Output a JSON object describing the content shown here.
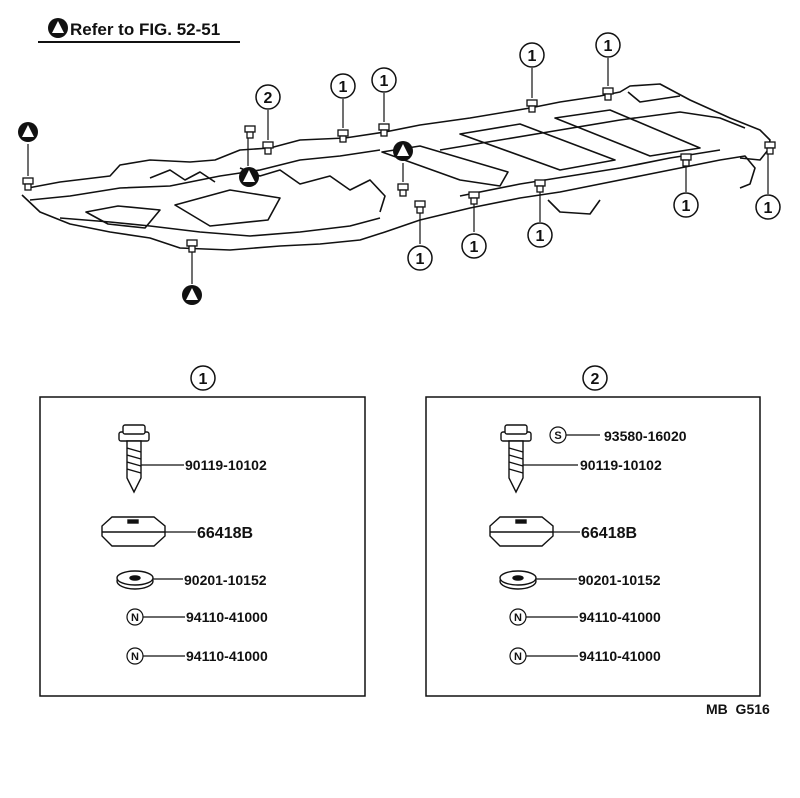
{
  "header": {
    "ref_text": "Refer to FIG. 52-51"
  },
  "callouts": {
    "one": "1",
    "two": "2"
  },
  "panel_1": {
    "title": "1",
    "parts": [
      {
        "number": "90119-10102",
        "prefix": ""
      },
      {
        "number": "66418B",
        "prefix": ""
      },
      {
        "number": "90201-10152",
        "prefix": ""
      },
      {
        "number": "94110-41000",
        "prefix": "N"
      },
      {
        "number": "94110-41000",
        "prefix": "N"
      }
    ]
  },
  "panel_2": {
    "title": "2",
    "parts": [
      {
        "number": "93580-16020",
        "prefix": "S"
      },
      {
        "number": "90119-10102",
        "prefix": ""
      },
      {
        "number": "66418B",
        "prefix": ""
      },
      {
        "number": "90201-10152",
        "prefix": ""
      },
      {
        "number": "94110-41000",
        "prefix": "N"
      },
      {
        "number": "94110-41000",
        "prefix": "N"
      }
    ]
  },
  "footer": {
    "code": "MB  G516"
  }
}
